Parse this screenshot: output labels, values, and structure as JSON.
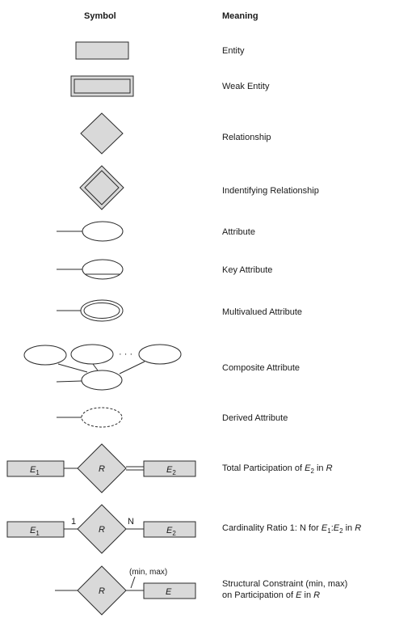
{
  "headers": {
    "symbol": "Symbol",
    "meaning": "Meaning"
  },
  "colors": {
    "fill": "#d9d9d9",
    "stroke": "#2b2b2b"
  },
  "rows": [
    {
      "meaning": "Entity"
    },
    {
      "meaning": "Weak Entity"
    },
    {
      "meaning": "Relationship"
    },
    {
      "meaning": "Indentifying Relationship"
    },
    {
      "meaning": "Attribute"
    },
    {
      "meaning": "Key Attribute"
    },
    {
      "meaning": "Multivalued Attribute"
    },
    {
      "meaning": "Composite Attribute"
    },
    {
      "meaning": "Derived Attribute"
    },
    {
      "meaning_parts": [
        "Total Participation of ",
        "E",
        "2",
        " in ",
        "R"
      ]
    },
    {
      "meaning_parts": [
        "Cardinality Ratio 1: N for ",
        "E",
        "1",
        ":",
        "E",
        "2",
        " in ",
        "R"
      ]
    },
    {
      "meaning_line1": "Structural Constraint (min, max)",
      "meaning_line2_parts": [
        "on Participation of ",
        "E",
        " in ",
        "R"
      ]
    }
  ],
  "symbols": {
    "ellipsis": "· · ·",
    "total_participation": {
      "left_entity": "E",
      "left_sub": "1",
      "relationship": "R",
      "right_entity": "E",
      "right_sub": "2"
    },
    "cardinality": {
      "left_entity": "E",
      "left_sub": "1",
      "relationship": "R",
      "right_entity": "E",
      "right_sub": "2",
      "left_label": "1",
      "right_label": "N"
    },
    "structural": {
      "relationship": "R",
      "entity": "E",
      "label": "(min, max)"
    }
  }
}
